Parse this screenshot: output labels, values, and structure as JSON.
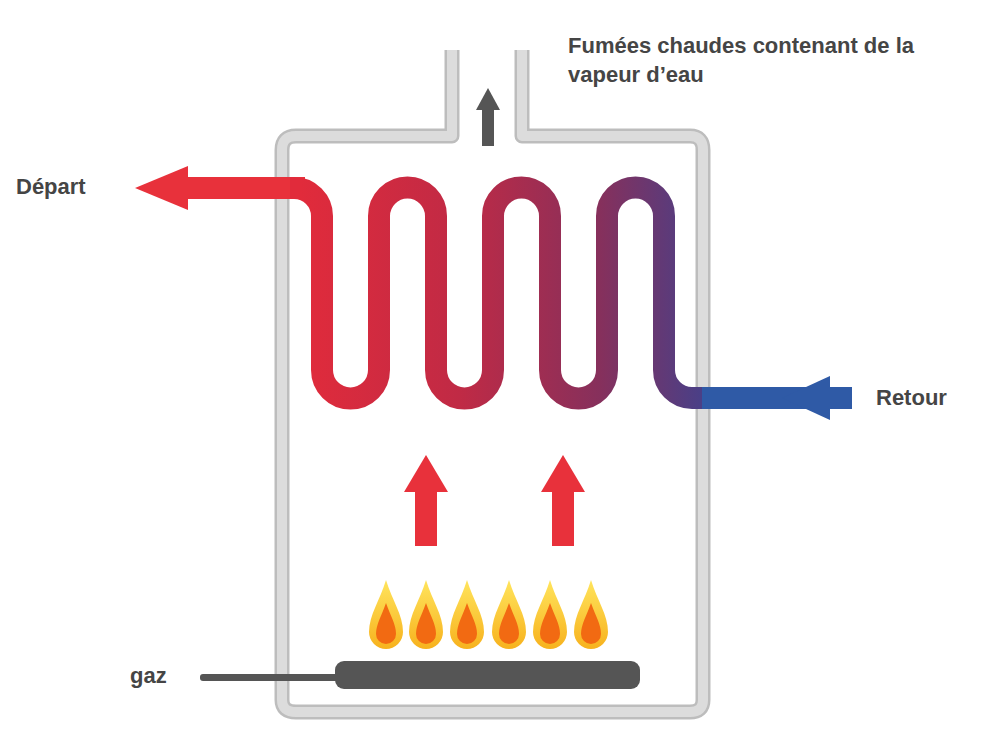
{
  "diagram": {
    "labels": [
      "Fumées chaudes contenant de la vapeur d’eau",
      "Départ",
      "Retour",
      "gaz"
    ]
  }
}
